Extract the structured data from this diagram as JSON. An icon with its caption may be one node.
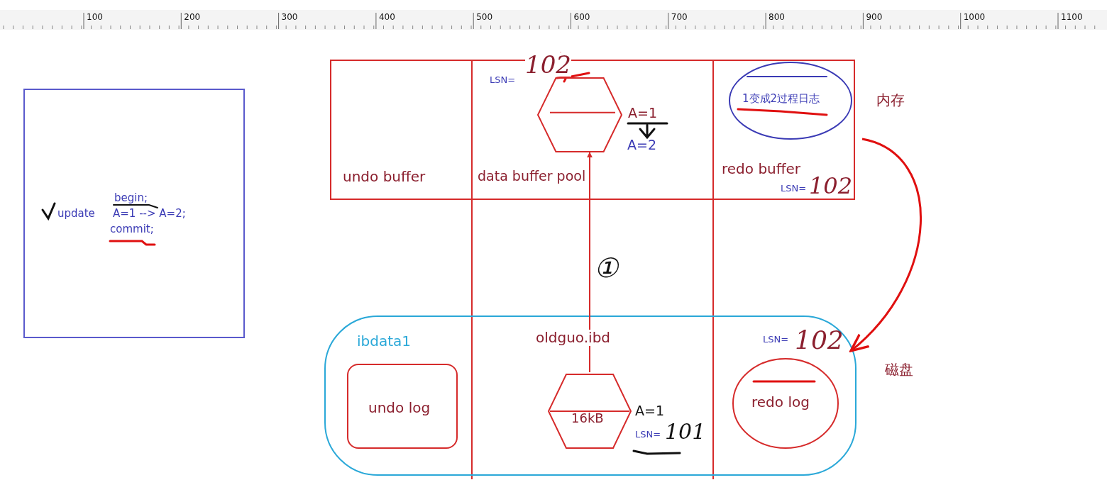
{
  "diagram": {
    "nodes": [
      {
        "text": [
          "update",
          "begin;",
          "A=1 --> A=2;",
          "commit;"
        ]
      },
      {
        "text": [],
        "shape": "box",
        "beside": [
          "内存"
        ]
      },
      {
        "text": [
          "undo buffer"
        ],
        "in": 1
      },
      {
        "text": [
          "data buffer pool"
        ],
        "in": 1
      },
      {
        "text": [],
        "shape": "hexagon",
        "in": 1,
        "beside": [
          "LSN=",
          "102",
          "A=1",
          "A=2"
        ]
      },
      {
        "text": [
          "redo buffer"
        ],
        "in": 1,
        "beside": [
          "LSN=",
          "102"
        ]
      },
      {
        "text": [
          "1变成2过程日志"
        ],
        "in": 5
      },
      {
        "text": [],
        "shape": "box",
        "beside": [
          "磁盘"
        ]
      },
      {
        "text": [
          "undo log"
        ],
        "in": 7
      },
      {
        "text": [
          "16kB"
        ],
        "in": 7,
        "beside": [
          "A=1",
          "LSN=",
          "101"
        ]
      },
      {
        "text": [
          "redo log"
        ],
        "in": 7,
        "beside": [
          "LSN=",
          "102"
        ]
      }
    ],
    "edges": [
      {
        "from": 9,
        "to": 4,
        "arrow": "to",
        "label": "①"
      },
      {
        "from": 5,
        "to": 7,
        "arrow": "to"
      }
    ],
    "labels": [
      "100",
      "200",
      "300",
      "400",
      "500",
      "600",
      "700",
      "800",
      "900",
      "1000",
      "1100",
      "ibdata1",
      "oldguo.ibd"
    ]
  }
}
